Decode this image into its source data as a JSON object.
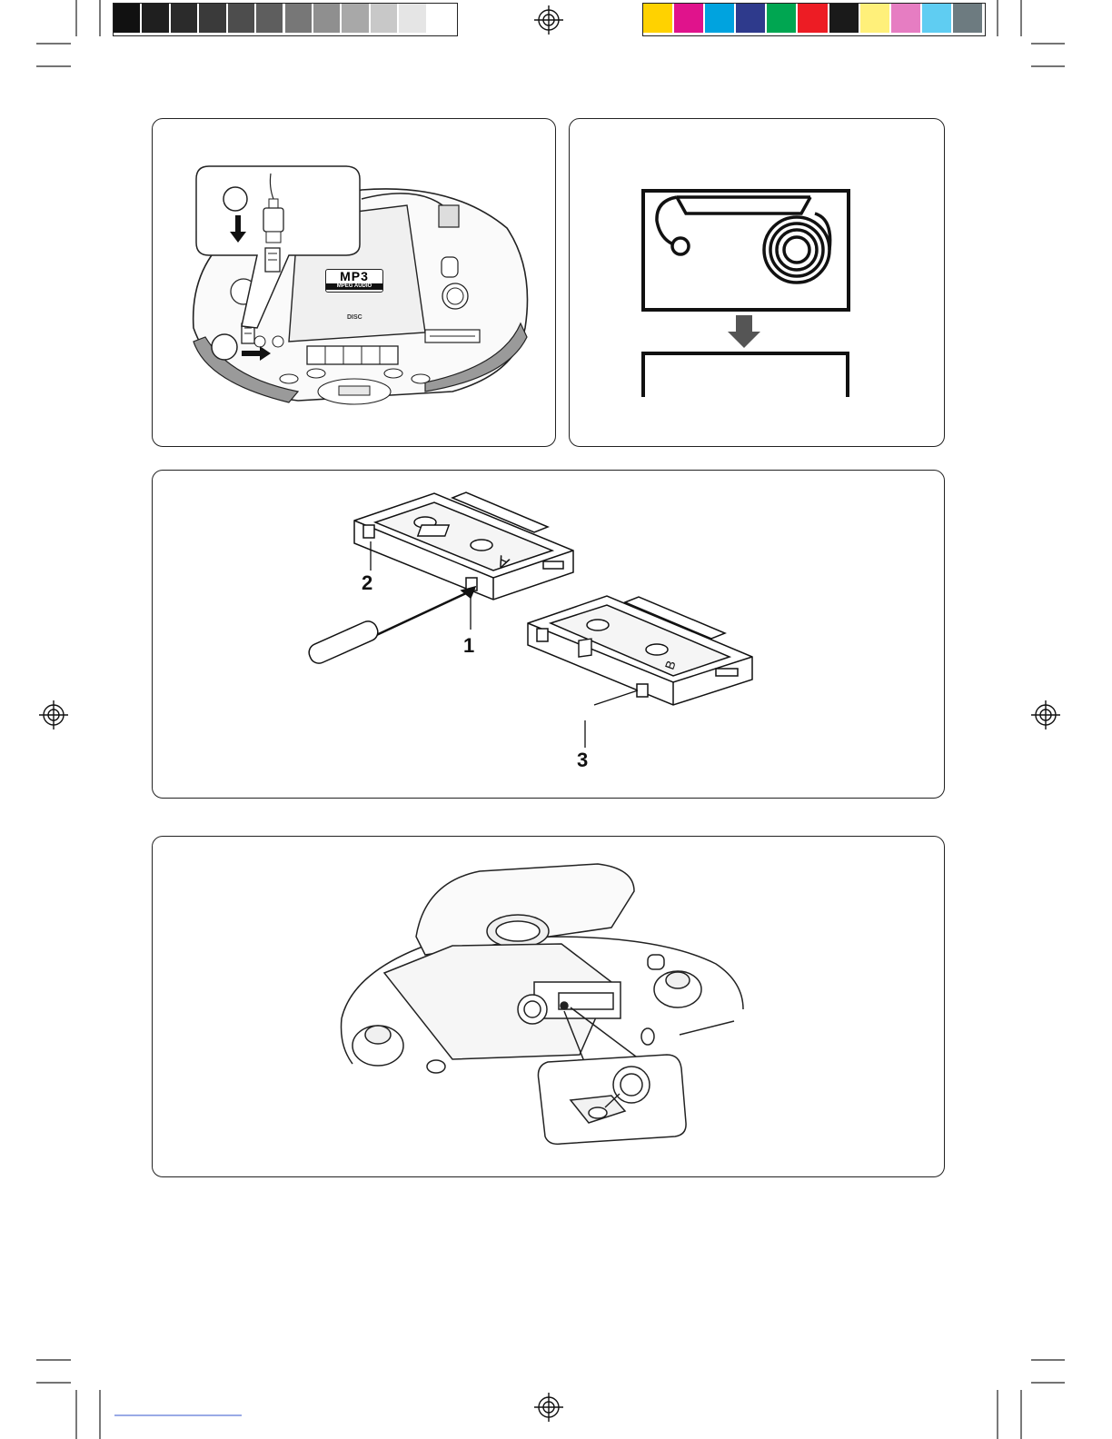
{
  "colors": {
    "grayscale_bar": [
      "#111111",
      "#1f1f1f",
      "#2b2b2b",
      "#3a3a3a",
      "#4d4d4d",
      "#5e5e5e",
      "#777777",
      "#8f8f8f",
      "#a8a8a8",
      "#c8c8c8",
      "#e5e5e5",
      "#ffffff"
    ],
    "color_bar": [
      "#ffd200",
      "#e0138c",
      "#00a3df",
      "#2e3a8c",
      "#00a651",
      "#ed1c24",
      "#1a1a1a",
      "#fff07a",
      "#e67dc2",
      "#5fcdf2",
      "#6d7b80"
    ]
  },
  "panel_usb": {
    "logo_main": "MP3",
    "logo_sub": "MPEG AUDIO",
    "cd_logo": "DISC"
  },
  "panel_cassette": {
    "labels": [
      "2",
      "1",
      "3"
    ],
    "side_a": "A",
    "side_b": "B"
  }
}
